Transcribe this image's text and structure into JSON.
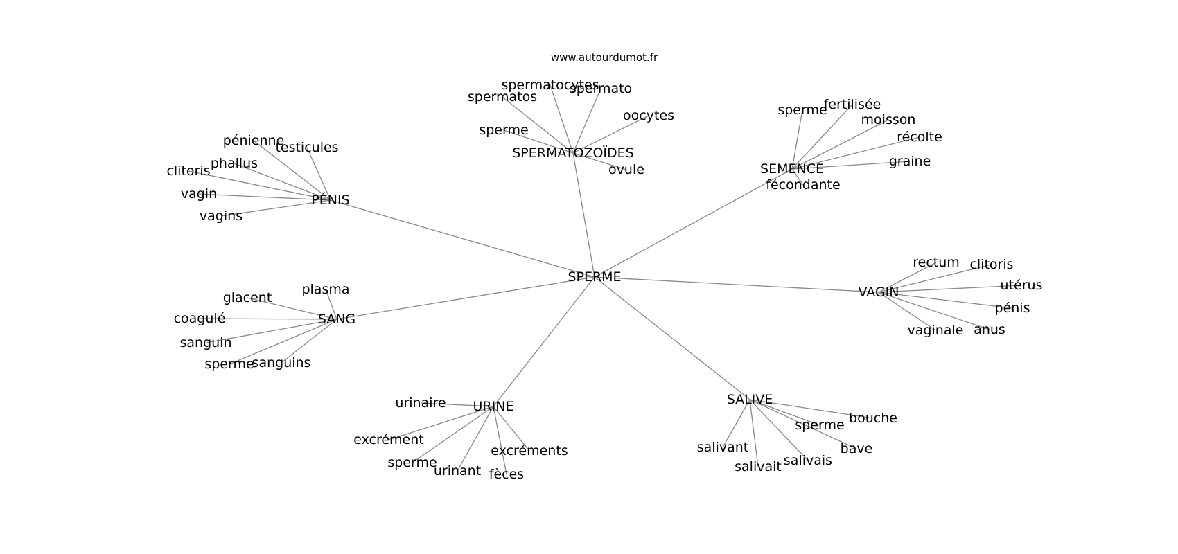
{
  "credit": "www.autourdumot.fr",
  "graph": {
    "center": "SPERME",
    "hubs": [
      {
        "name": "PÉNIS",
        "leaves": [
          "pénienne",
          "testicules",
          "phallus",
          "clitoris",
          "vagin",
          "vagins"
        ]
      },
      {
        "name": "SPERMATOZOÏDES",
        "leaves": [
          "spermatocytes",
          "spermato",
          "spermatos",
          "oocytes",
          "sperme",
          "ovule"
        ]
      },
      {
        "name": "SEMENCE",
        "leaves": [
          "sperme",
          "fertilisée",
          "moisson",
          "récolte",
          "graine",
          "fécondante"
        ]
      },
      {
        "name": "VAGIN",
        "leaves": [
          "rectum",
          "clitoris",
          "utérus",
          "pénis",
          "vaginale",
          "anus"
        ]
      },
      {
        "name": "SALIVE",
        "leaves": [
          "bouche",
          "sperme",
          "bave",
          "salivant",
          "salivait",
          "salivais"
        ]
      },
      {
        "name": "URINE",
        "leaves": [
          "urinaire",
          "excrément",
          "excréments",
          "sperme",
          "urinant",
          "fèces"
        ]
      },
      {
        "name": "SANG",
        "leaves": [
          "plasma",
          "glacent",
          "coagulé",
          "sanguin",
          "sperme",
          "sanguins"
        ]
      }
    ]
  }
}
